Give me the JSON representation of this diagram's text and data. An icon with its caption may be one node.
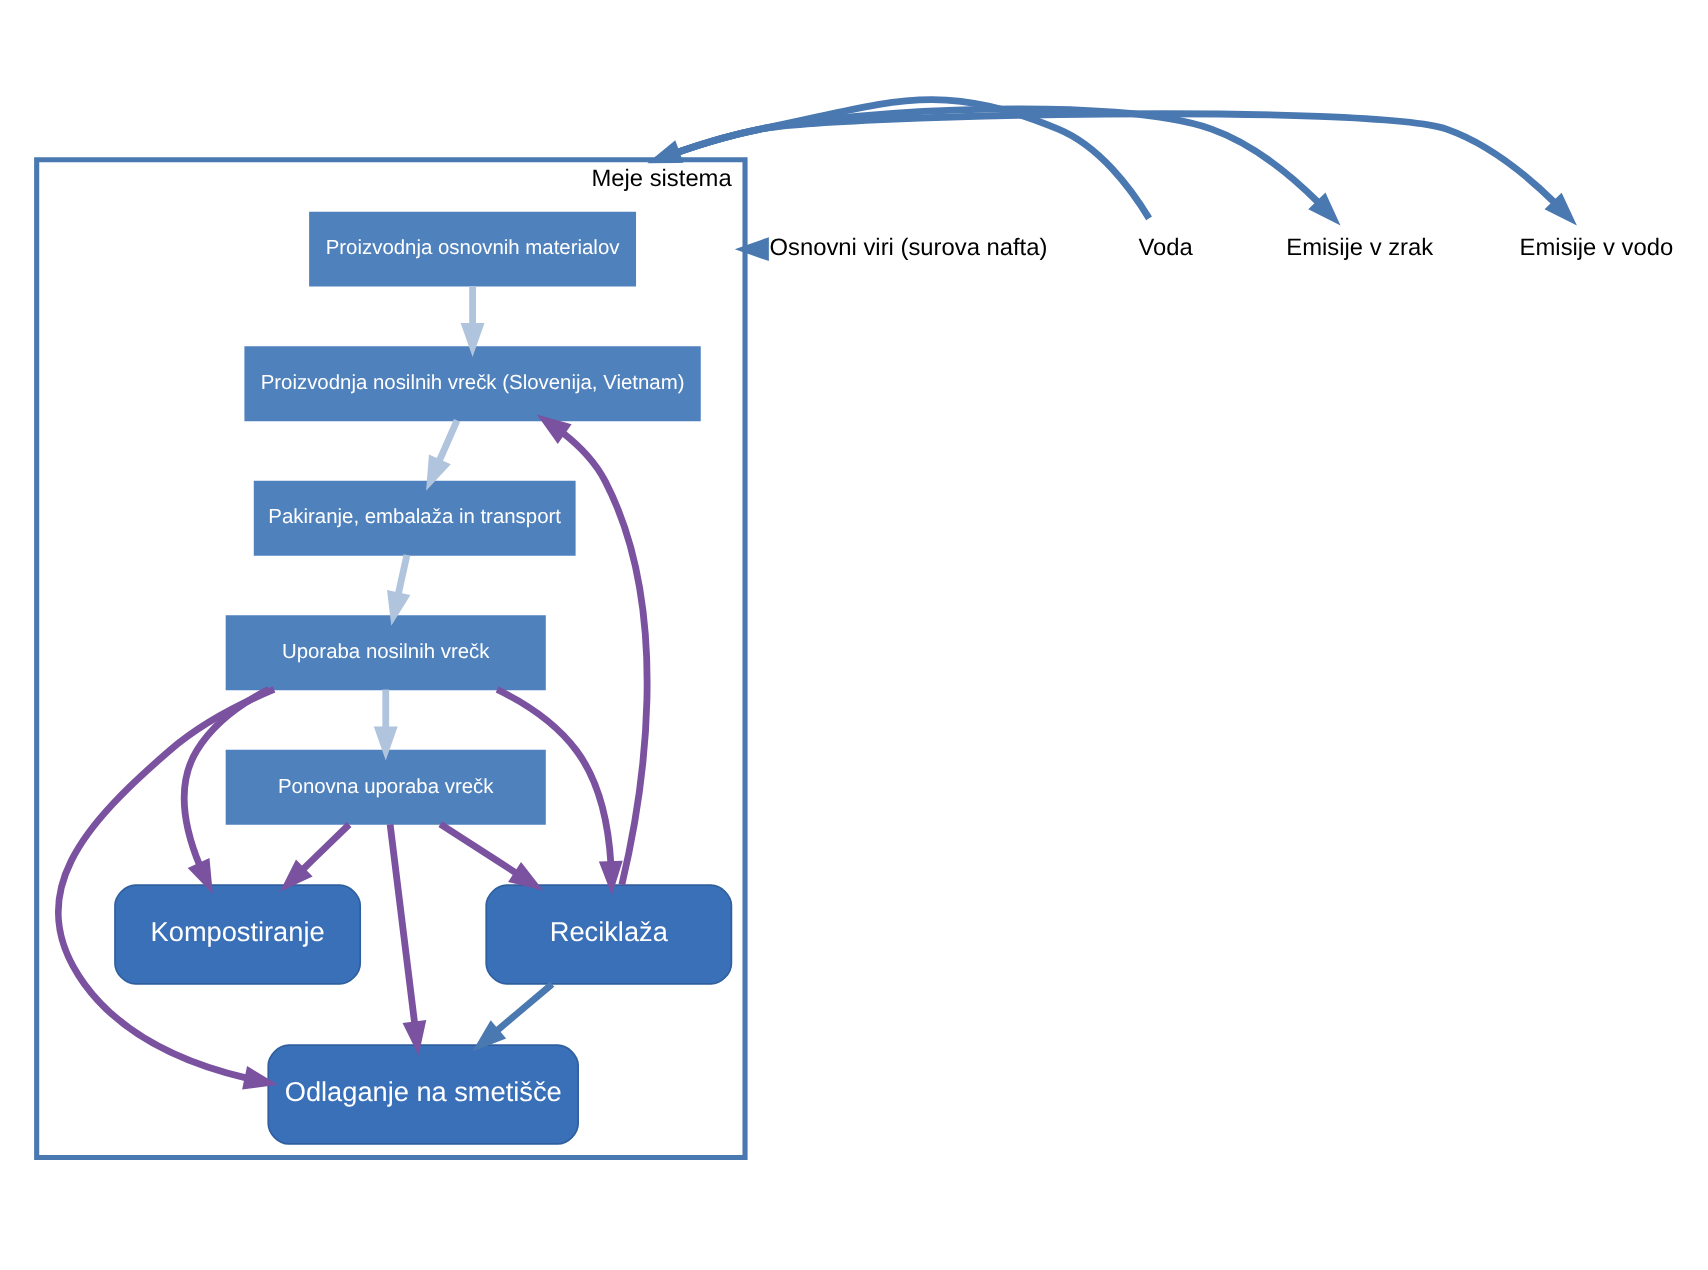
{
  "diagram": {
    "nodes": [
      {
        "text": [
          "Meje sistema"
        ]
      },
      {
        "text": [
          "Proizvodnja osnovnih materialov"
        ],
        "in": 0
      },
      {
        "text": [
          "Proizvodnja nosilnih vrečk (Slovenija, Vietnam)"
        ],
        "in": 0
      },
      {
        "text": [
          "Pakiranje, embalaža in transport"
        ],
        "in": 0
      },
      {
        "text": [
          "Uporaba nosilnih vrečk"
        ],
        "in": 0
      },
      {
        "text": [
          "Ponovna uporaba vrečk"
        ],
        "in": 0
      },
      {
        "text": [
          "Kompostiranje"
        ],
        "in": 0
      },
      {
        "text": [
          "Odlaganje na smetišče"
        ],
        "in": 0
      },
      {
        "text": [
          "Reciklaža"
        ],
        "in": 0
      },
      {
        "text": [
          "Osnovni viri (surova nafta)"
        ]
      },
      {
        "text": [
          "Voda"
        ]
      },
      {
        "text": [
          "Emisije v zrak"
        ]
      },
      {
        "text": [
          "Emisije v vodo"
        ]
      }
    ],
    "edges": [
      {
        "from": 1,
        "to": 2,
        "arrow": "to",
        "color": "#b0c4de"
      },
      {
        "from": 2,
        "to": 3,
        "arrow": "to",
        "color": "#b0c4de"
      },
      {
        "from": 3,
        "to": 4,
        "arrow": "to",
        "color": "#b0c4de"
      },
      {
        "from": 4,
        "to": 5,
        "arrow": "to",
        "color": "#b0c4de"
      },
      {
        "from": 4,
        "to": 6,
        "arrow": "to"
      },
      {
        "from": 4,
        "to": 7,
        "arrow": "to"
      },
      {
        "from": 4,
        "to": 8,
        "arrow": "to"
      },
      {
        "from": 5,
        "to": 6,
        "arrow": "to"
      },
      {
        "from": 5,
        "to": 7,
        "arrow": "to"
      },
      {
        "from": 5,
        "to": 8,
        "arrow": "to"
      },
      {
        "from": 8,
        "to": 2,
        "arrow": "to"
      },
      {
        "from": 8,
        "to": 7,
        "arrow": "to",
        "color": "#4a78b0"
      },
      {
        "from": 9,
        "to": 0,
        "arrow": "to",
        "color": "#4a78b0"
      },
      {
        "from": 10,
        "to": 0,
        "arrow": "to",
        "color": "#4a78b0"
      },
      {
        "from": 0,
        "to": 11,
        "arrow": "to",
        "color": "#4a78b0"
      },
      {
        "from": 0,
        "to": 12,
        "arrow": "to",
        "color": "#4a78b0"
      }
    ]
  }
}
